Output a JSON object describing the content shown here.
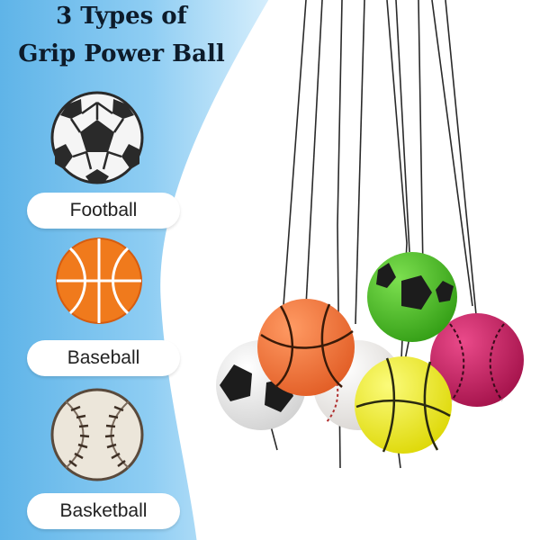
{
  "heading": {
    "line1": "3 Types of",
    "line2": "Grip Power Ball"
  },
  "items": [
    {
      "label": "Football",
      "icon": "football-icon"
    },
    {
      "label": "Baseball",
      "icon": "basketball-icon"
    },
    {
      "label": "Basketball",
      "icon": "baseball-icon"
    }
  ],
  "colors": {
    "panel_blue": "#7fc4ef",
    "panel_blue_light": "#cde9fb",
    "title_text": "#0d1b2a",
    "orange_ball": "#f06a2c",
    "green_ball": "#3fb01e",
    "yellow_ball": "#f2ee14",
    "magenta_ball": "#c6145a"
  }
}
